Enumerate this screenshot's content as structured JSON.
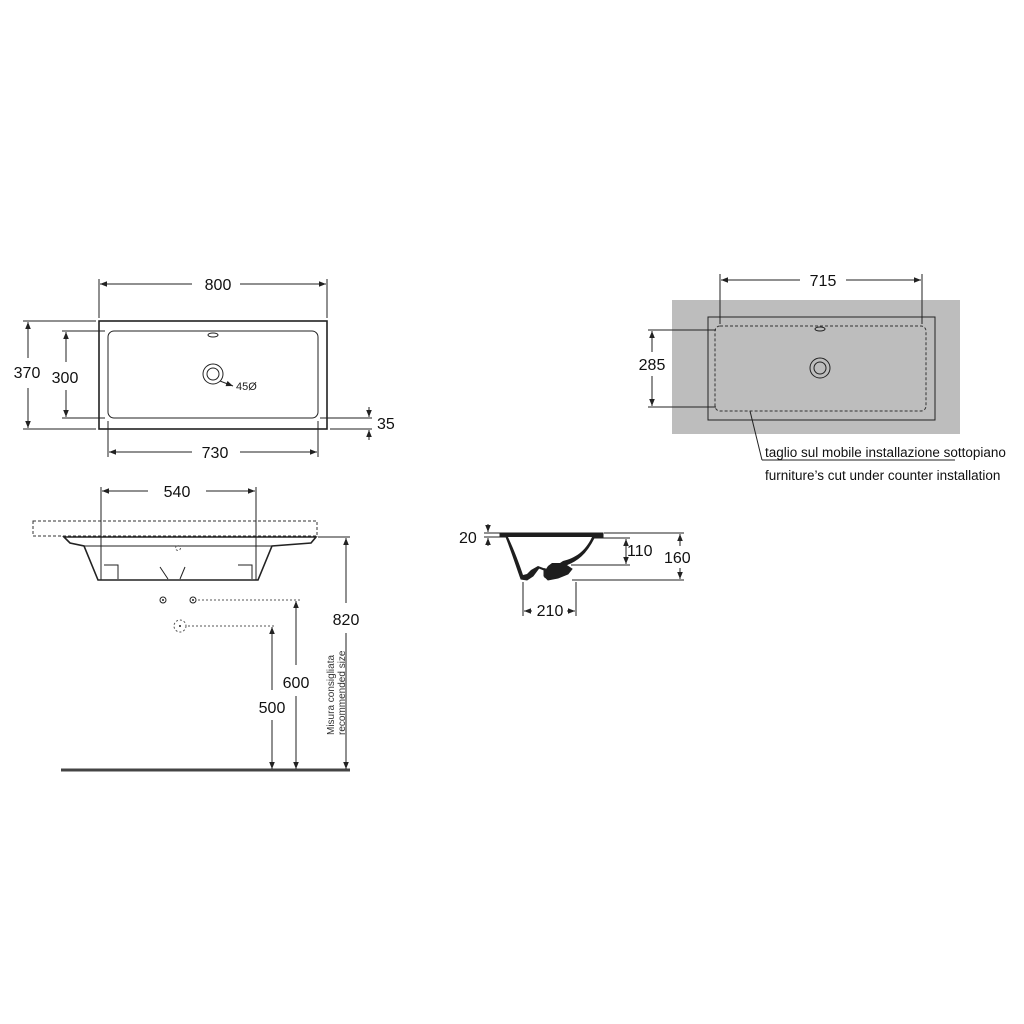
{
  "top_view": {
    "overall_width": "800",
    "overall_depth": "370",
    "basin_depth": "300",
    "basin_width": "730",
    "rim_offset": "35",
    "drain_label": "45Ø"
  },
  "cutout_view": {
    "cut_width": "715",
    "cut_depth": "285",
    "note_it": "taglio sul mobile installazione sottopiano",
    "note_en": "furniture’s cut under counter installation"
  },
  "front_view": {
    "top_span": "540",
    "height_top": "820",
    "height_mid": "600",
    "height_low": "500",
    "recommended_it": "Misura consigliata",
    "recommended_en": "recommended size"
  },
  "section_view": {
    "rim_thickness": "20",
    "bowl_depth": "110",
    "total_height": "160",
    "base_width": "210"
  },
  "colors": {
    "line": "#222222",
    "cut_area": "#bdbdbd",
    "background": "#ffffff"
  }
}
